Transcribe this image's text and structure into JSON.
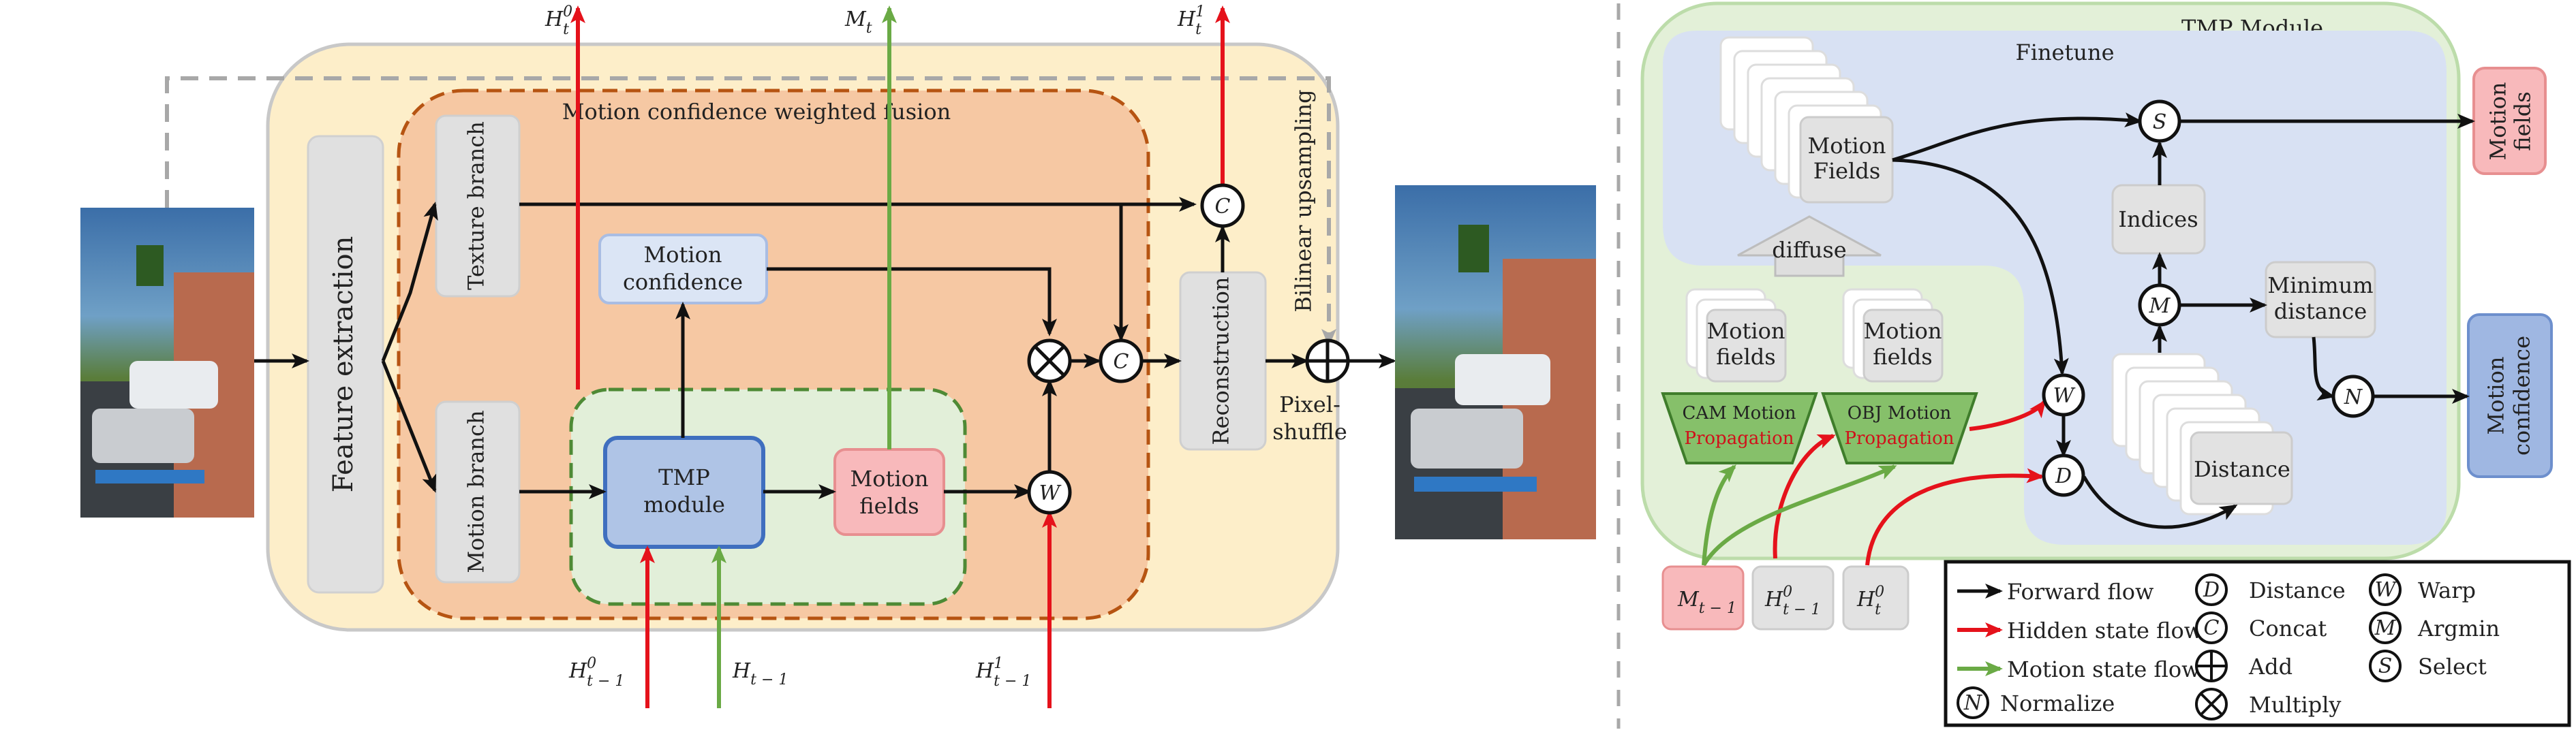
{
  "colors": {
    "forward": "#111111",
    "hidden": "#e5121b",
    "motion": "#6aaa45",
    "outer_bg": "#fdeec9",
    "fusion_bg": "#f6c8a3",
    "fusion_border": "#b65412",
    "tmp_bg": "#e2efd9",
    "tmp_border": "#4e8a35",
    "tmp_module_fill": "#afc4e6",
    "tmp_module_border": "#3f6fbf",
    "motion_fields_fill": "#f8b9bb",
    "motion_fields_border": "#e78f90",
    "gray_box": "#e0e0e0",
    "blue_panel": "#d8e1f3",
    "green_panel": "#e3f0d8",
    "conf_fill": "#dbe5f5"
  },
  "left": {
    "fusion_title": "Motion confidence weighted fusion",
    "feature_extraction": "Feature extraction",
    "texture_branch": "Texture branch",
    "motion_branch": "Motion branch",
    "motion_confidence": [
      "Motion",
      "confidence"
    ],
    "tmp_module": [
      "TMP",
      "module"
    ],
    "motion_fields": [
      "Motion",
      "fields"
    ],
    "reconstruction": "Reconstruction",
    "bilinear": "Bilinear upsampling",
    "pixel_shuffle": [
      "Pixel-",
      "shuffle"
    ],
    "top_labels": {
      "h0": "H",
      "h0_sup": "0",
      "h0_sub": "t",
      "m": "M",
      "m_sub": "t",
      "h1": "H",
      "h1_sup": "1",
      "h1_sub": "t"
    },
    "bottom_labels": {
      "h0": "H",
      "h0_sup": "0",
      "h0_sub": "t − 1",
      "h": "H",
      "h_sub": "t − 1",
      "h1": "H",
      "h1_sup": "1",
      "h1_sub": "t − 1"
    },
    "ops": {
      "concat": "C",
      "multiply": "⊗",
      "warp": "W",
      "add": "⊕"
    }
  },
  "right": {
    "tmp_title": "TMP Module",
    "finetune": "Finetune",
    "motion_fields_stack": [
      "Motion",
      "Fields"
    ],
    "diffuse": "diffuse",
    "indices": "Indices",
    "minimum_distance": [
      "Minimum",
      "distance"
    ],
    "distance": "Distance",
    "motion_fields_small": [
      "Motion",
      "fields"
    ],
    "cam": [
      "CAM Motion",
      "Propagation"
    ],
    "obj": [
      "OBJ Motion",
      "Propagation"
    ],
    "out_motion_fields": [
      "Motion",
      "fields"
    ],
    "out_motion_confidence": [
      "Motion",
      "confidence"
    ],
    "inputs": {
      "m": "M",
      "m_sub": "t − 1",
      "h0": "H",
      "h0_sup": "0",
      "h0_sub": "t − 1",
      "h0b": "H",
      "h0b_sup": "0",
      "h0b_sub": "t"
    },
    "ops": {
      "select": "S",
      "argmin": "M",
      "warp": "W",
      "distance": "D",
      "normalize": "N"
    }
  },
  "legend": {
    "forward": "Forward flow",
    "hidden": "Hidden state flow",
    "motion": "Motion state flow",
    "normalize": "Normalize",
    "distance": "Distance",
    "concat": "Concat",
    "add": "Add",
    "multiply": "Multiply",
    "warp": "Warp",
    "argmin": "Argmin",
    "select": "Select",
    "sym_n": "N",
    "sym_d": "D",
    "sym_c": "C",
    "sym_w": "W",
    "sym_m": "M",
    "sym_s": "S"
  }
}
